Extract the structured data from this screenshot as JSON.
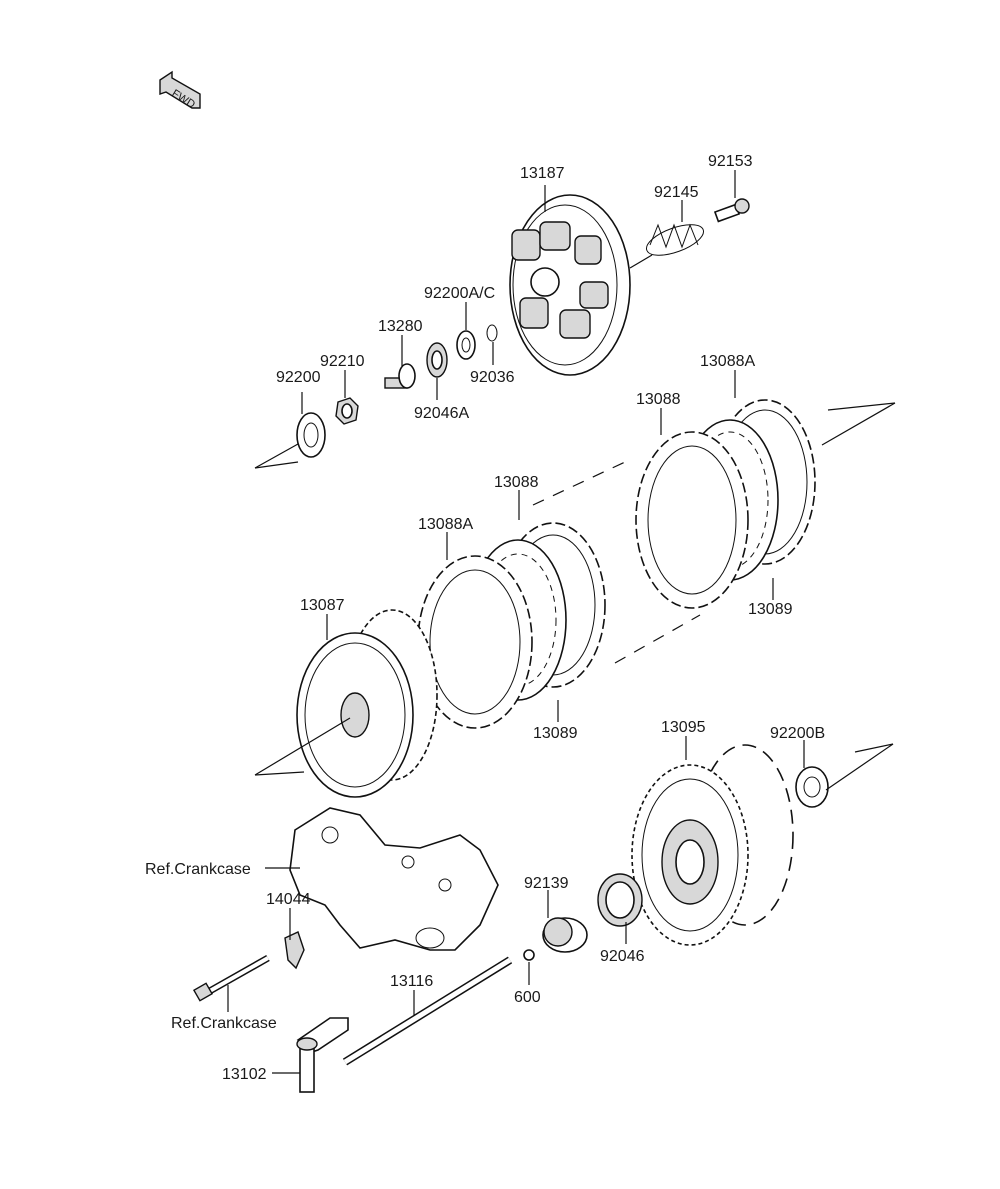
{
  "fwd_badge": "FWD",
  "labels": {
    "p13187": "13187",
    "p92153": "92153",
    "p92145": "92145",
    "p92200ac": "92200A/C",
    "p13280": "13280",
    "p92210": "92210",
    "p92200": "92200",
    "p92036": "92036",
    "p92046a": "92046A",
    "p13088a_top": "13088A",
    "p13088_top": "13088",
    "p13089_top": "13089",
    "p13088_mid": "13088",
    "p13088a_mid": "13088A",
    "p13087": "13087",
    "p13089_mid": "13089",
    "p13095": "13095",
    "p92200b": "92200B",
    "ref_crankcase_1": "Ref.Crankcase",
    "p14044": "14044",
    "p92139": "92139",
    "p92046": "92046",
    "p13116": "13116",
    "p600": "600",
    "ref_crankcase_2": "Ref.Crankcase",
    "p13102": "13102"
  }
}
